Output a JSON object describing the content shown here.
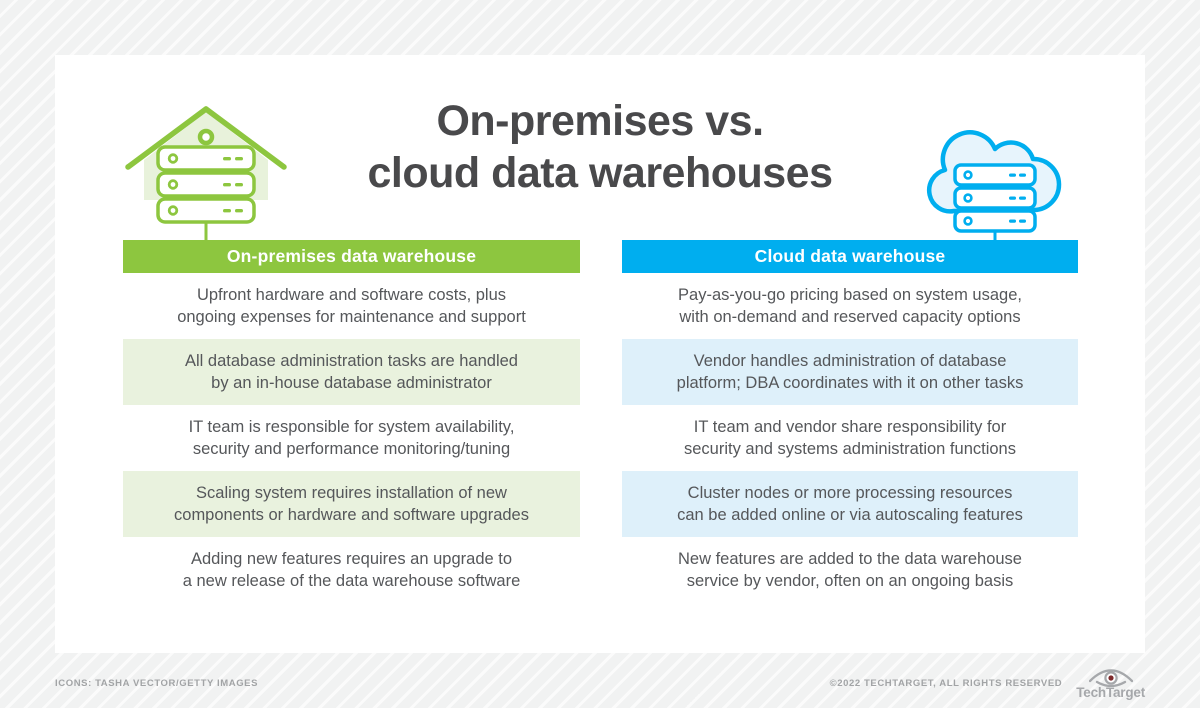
{
  "title": {
    "line1": "On-premises vs.",
    "line2": "cloud data warehouses"
  },
  "columns": [
    {
      "id": "on-premises",
      "header": "On-premises data warehouse",
      "accent_color": "#8DC63F",
      "tint_color": "#E9F2DE",
      "rows": [
        {
          "line1": "Upfront hardware and software costs, plus",
          "line2": "ongoing expenses for maintenance and support"
        },
        {
          "line1": "All database administration tasks are handled",
          "line2": "by an in-house database administrator"
        },
        {
          "line1": "IT team is responsible for system availability,",
          "line2": "security and performance monitoring/tuning"
        },
        {
          "line1": "Scaling system requires installation of new",
          "line2": "components or hardware and software upgrades"
        },
        {
          "line1": "Adding new features requires an upgrade to",
          "line2": "a new release of the data warehouse software"
        }
      ]
    },
    {
      "id": "cloud",
      "header": "Cloud data warehouse",
      "accent_color": "#00AEEF",
      "tint_color": "#DEF0FA",
      "rows": [
        {
          "line1": "Pay-as-you-go pricing based on system usage,",
          "line2": "with on-demand and reserved capacity options"
        },
        {
          "line1": "Vendor handles administration of database",
          "line2": "platform; DBA coordinates with it on other tasks"
        },
        {
          "line1": "IT team and vendor share responsibility for",
          "line2": "security and systems administration functions"
        },
        {
          "line1": "Cluster nodes or more processing resources",
          "line2": "can be added online or via autoscaling features"
        },
        {
          "line1": "New features are added to the data warehouse",
          "line2": "service by vendor, often on an ongoing basis"
        }
      ]
    }
  ],
  "icons": {
    "left": "house-with-server-rack-icon",
    "right": "cloud-with-server-rack-icon"
  },
  "footer": {
    "credit": "ICONS: TASHA VECTOR/GETTY IMAGES",
    "copyright": "©2022 TECHTARGET, ALL RIGHTS RESERVED",
    "brand": "TechTarget"
  },
  "colors": {
    "title_text": "#49494B",
    "body_text": "#55575A",
    "footer_text": "#A2A4A6",
    "brand_pupil_red": "#7E2A2C",
    "background_stripe_base": "#F1F2F2"
  }
}
